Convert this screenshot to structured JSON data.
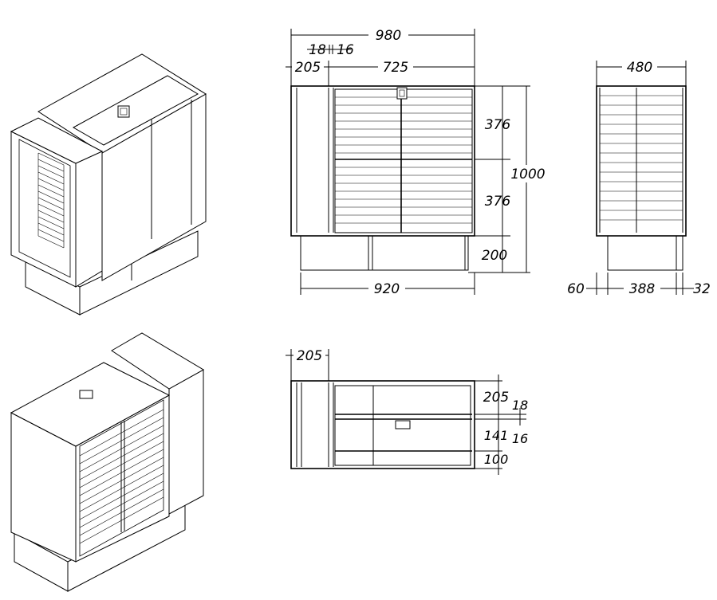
{
  "front_view": {
    "overall_width": "980",
    "offset_a": "18",
    "offset_b": "16",
    "left_section": "205",
    "inner_width": "725",
    "upper_height": "376",
    "lower_height": "376",
    "total_height": "1000",
    "base_height": "200",
    "base_width": "920"
  },
  "side_view": {
    "depth": "480",
    "left_offset": "60",
    "base_depth": "388",
    "right_offset": "32"
  },
  "top_view": {
    "left_section": "205",
    "right_a": "205",
    "right_b": "18",
    "right_c": "141",
    "right_d": "16",
    "right_e": "100"
  }
}
